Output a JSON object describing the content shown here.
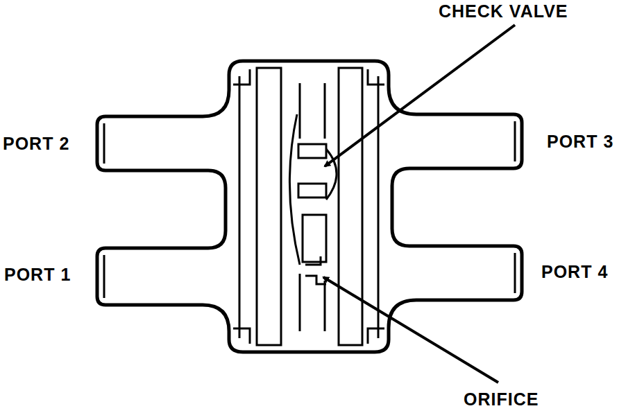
{
  "diagram": {
    "labels": [
      "CHECK VALVE",
      "PORT 2",
      "PORT 3",
      "PORT 1",
      "PORT 4",
      "ORIFICE"
    ]
  }
}
